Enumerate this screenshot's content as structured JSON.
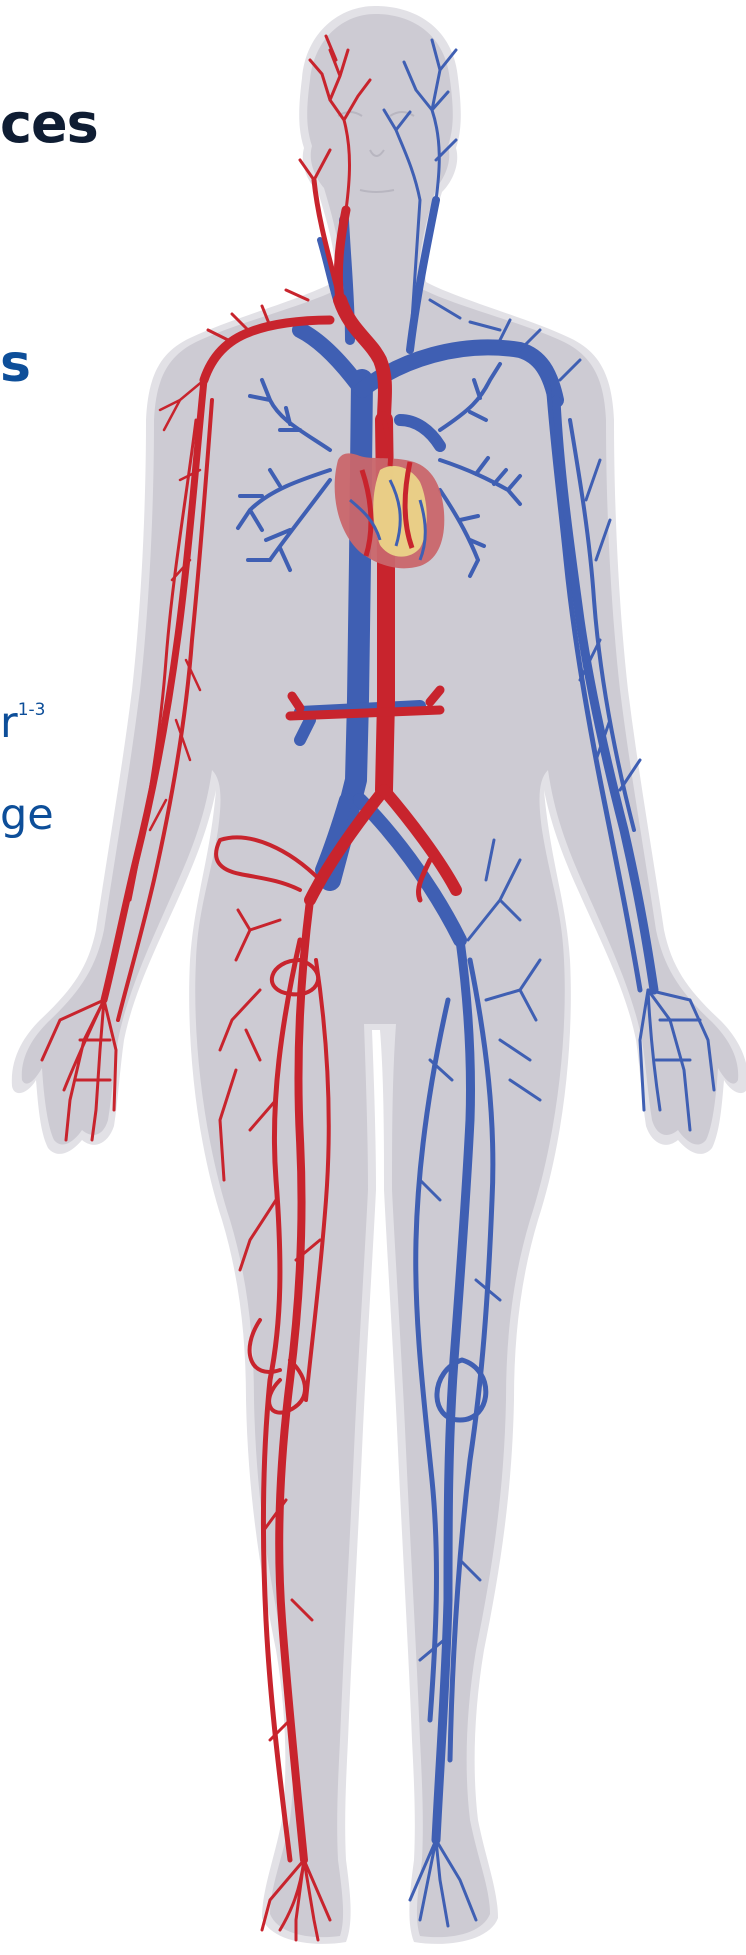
{
  "text": {
    "heading_fragment": "ces",
    "subheading_fragment": "s",
    "body_line_1": "r",
    "body_line_1_superscript": "1-3",
    "body_line_2": "ge"
  },
  "colors": {
    "heading": "#0f1d33",
    "accent_blue": "#0d4e99",
    "silhouette": "#cdcbd3",
    "silhouette_outline": "#e2e1e6",
    "artery_red": "#c8242d",
    "vein_blue": "#3f5fb3",
    "heart_red": "#c9666c",
    "heart_yellow": "#ecd98a"
  },
  "icons": [
    "human-circulatory-system-illustration"
  ]
}
